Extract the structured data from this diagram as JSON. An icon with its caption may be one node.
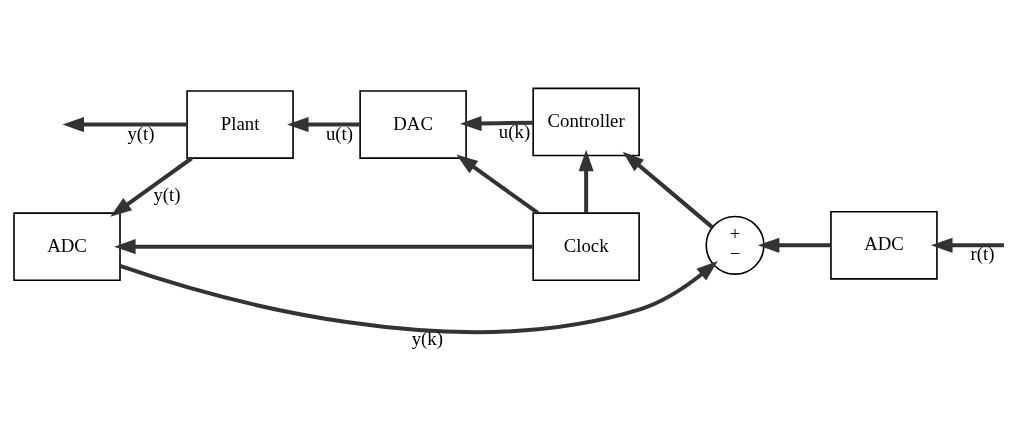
{
  "diagram": {
    "nodes": [
      {
        "text": [
          "ADC"
        ]
      },
      {
        "text": [
          "+",
          "−"
        ]
      },
      {
        "text": [
          "Controller"
        ]
      },
      {
        "text": [
          "DAC"
        ]
      },
      {
        "text": [
          "Plant"
        ]
      },
      {
        "text": [
          "Clock"
        ]
      },
      {
        "text": [
          "ADC"
        ]
      }
    ],
    "edges": [
      {
        "from": null,
        "to": 0,
        "arrow": "to",
        "label": "r(t)"
      },
      {
        "from": 0,
        "to": 1,
        "arrow": "to"
      },
      {
        "from": 1,
        "to": 2,
        "arrow": "to"
      },
      {
        "from": 2,
        "to": 3,
        "arrow": "to",
        "label": "u(k)"
      },
      {
        "from": 3,
        "to": 4,
        "arrow": "to",
        "label": "u(t)"
      },
      {
        "from": 4,
        "to": null,
        "arrow": "to",
        "label": "y(t)"
      },
      {
        "from": 4,
        "to": 6,
        "arrow": "to",
        "label": "y(t)"
      },
      {
        "from": 6,
        "to": 1,
        "arrow": "to",
        "label": "y(k)"
      },
      {
        "from": 5,
        "to": 6,
        "arrow": "to"
      },
      {
        "from": 5,
        "to": 2,
        "arrow": "to"
      },
      {
        "from": 5,
        "to": 3,
        "arrow": "to"
      }
    ]
  }
}
